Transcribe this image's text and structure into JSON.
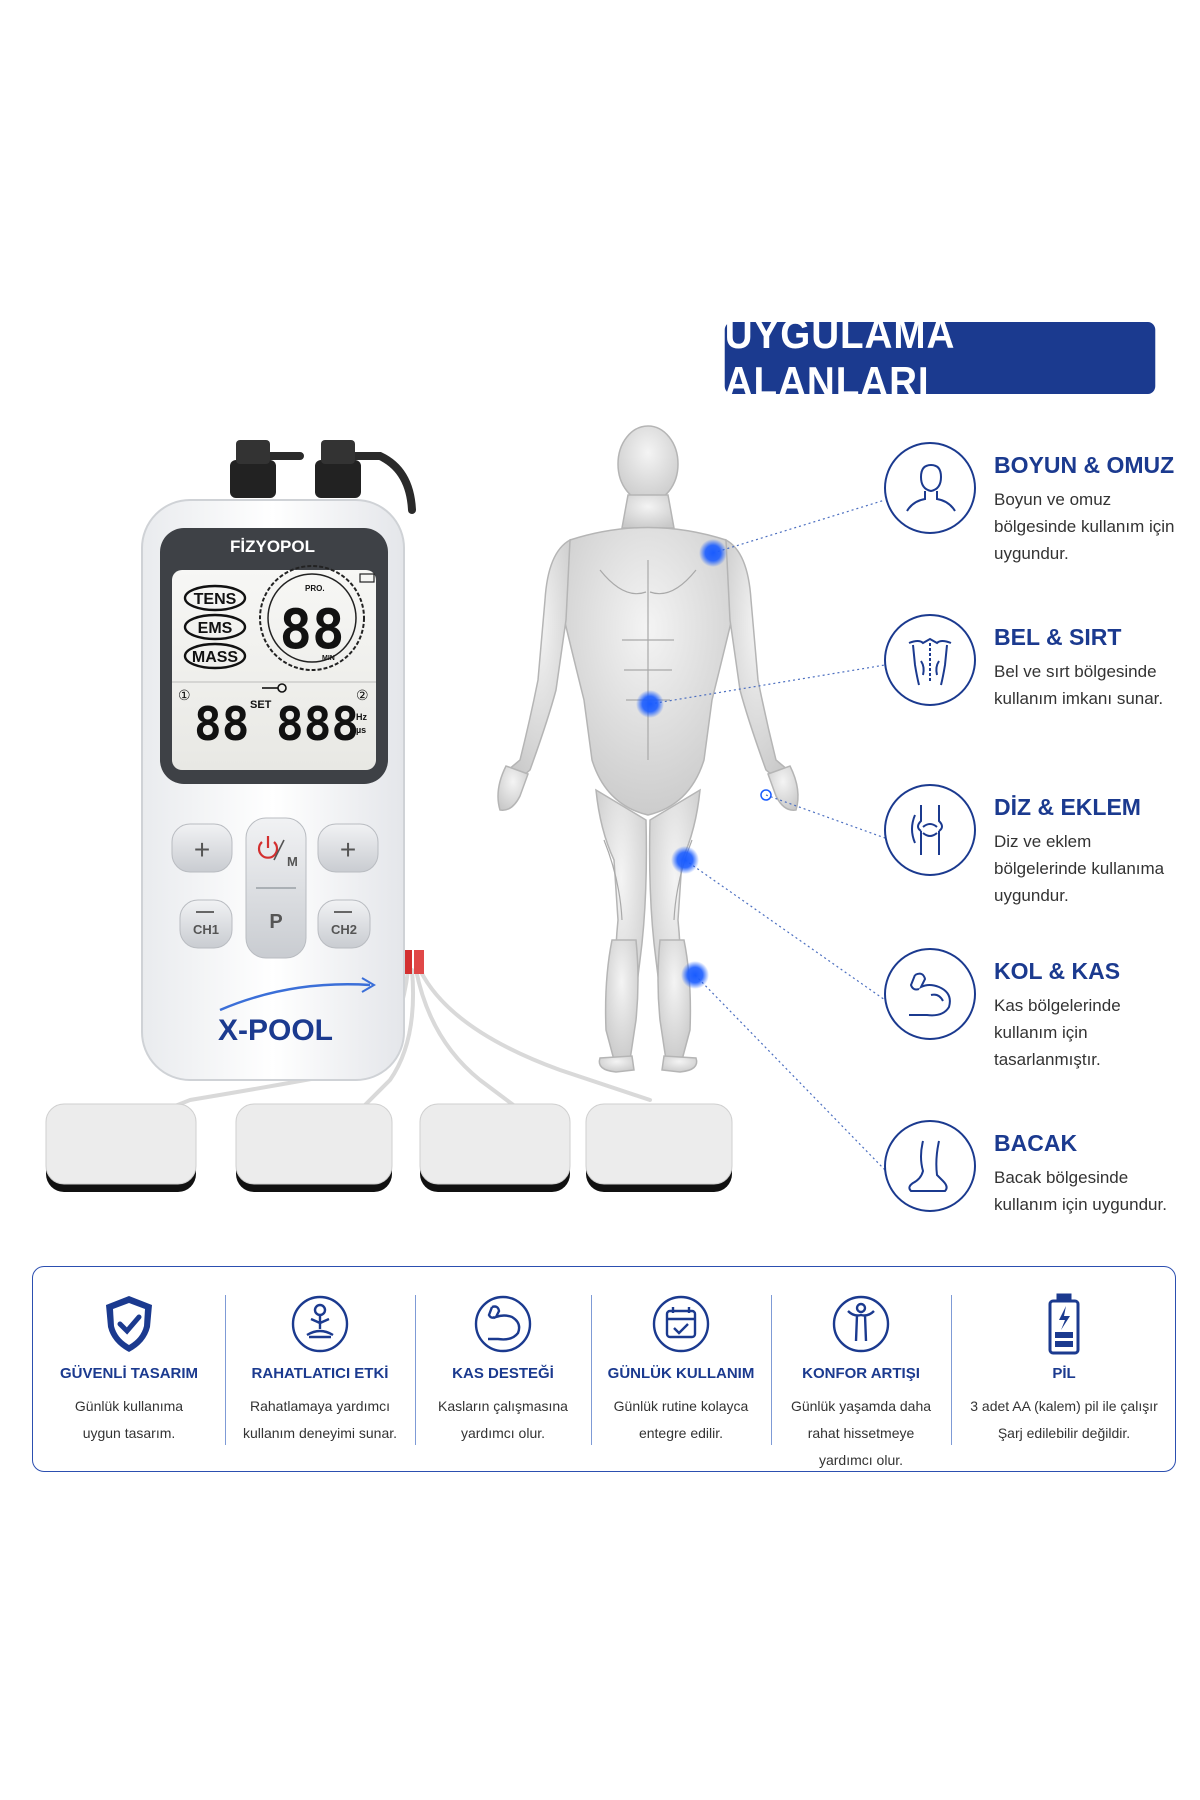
{
  "banner": {
    "title": "UYGULAMA ALANLARI"
  },
  "device": {
    "brand": "FİZYOPOL",
    "modes": [
      "TENS",
      "EMS",
      "MASS"
    ],
    "lcd": {
      "program_label": "PRO.",
      "program_value": "88",
      "time_unit": "MIN",
      "left_value": "88",
      "set_label": "SET",
      "right_value": "888",
      "freq_unit": "Hz",
      "pulse_unit": "µs",
      "channel_1": "①",
      "channel_2": "②"
    },
    "buttons": {
      "plus_left": "+",
      "plus_right": "+",
      "power_mode": "M",
      "program": "P",
      "ch1": "CH1",
      "ch2": "CH2"
    },
    "model": "X-POOL"
  },
  "areas": [
    {
      "title": "BOYUN & OMUZ",
      "desc": "Boyun ve omuz bölgesinde kullanım için uygundur.",
      "icon": "neck-shoulder-icon"
    },
    {
      "title": "BEL & SIRT",
      "desc": "Bel ve sırt bölgesinde kullanım imkanı sunar.",
      "icon": "back-icon"
    },
    {
      "title": "DİZ & EKLEM",
      "desc": "Diz ve eklem bölgelerinde kullanıma uygundur.",
      "icon": "knee-joint-icon"
    },
    {
      "title": "KOL & KAS",
      "desc": "Kas bölgelerinde kullanım için tasarlanmıştır.",
      "icon": "arm-muscle-icon"
    },
    {
      "title": "BACAK",
      "desc": "Bacak bölgesinde kullanım için uygundur.",
      "icon": "leg-icon"
    }
  ],
  "features": [
    {
      "title": "GÜVENLİ TASARIM",
      "desc": "Günlük kullanıma uygun tasarım.",
      "icon": "shield-check-icon"
    },
    {
      "title": "RAHATLATICI ETKİ",
      "desc": "Rahatlamaya yardımcı kullanım deneyimi sunar.",
      "icon": "meditation-icon"
    },
    {
      "title": "KAS DESTEĞİ",
      "desc": "Kasların çalışmasına yardımcı olur.",
      "icon": "flex-arm-icon"
    },
    {
      "title": "GÜNLÜK KULLANIM",
      "desc": "Günlük rutine kolayca entegre edilir.",
      "icon": "calendar-check-icon"
    },
    {
      "title": "KONFOR ARTIŞI",
      "desc": "Günlük yaşamda daha rahat hissetmeye yardımcı olur.",
      "icon": "person-comfort-icon"
    },
    {
      "title": "PİL",
      "desc": "3 adet AA (kalem) pil ile çalışır Şarj edilebilir değildir.",
      "icon": "battery-icon"
    }
  ],
  "colors": {
    "navy": "#1b3a8f",
    "accent_dot": "#1a5cff",
    "line": "#7f9bd6"
  }
}
